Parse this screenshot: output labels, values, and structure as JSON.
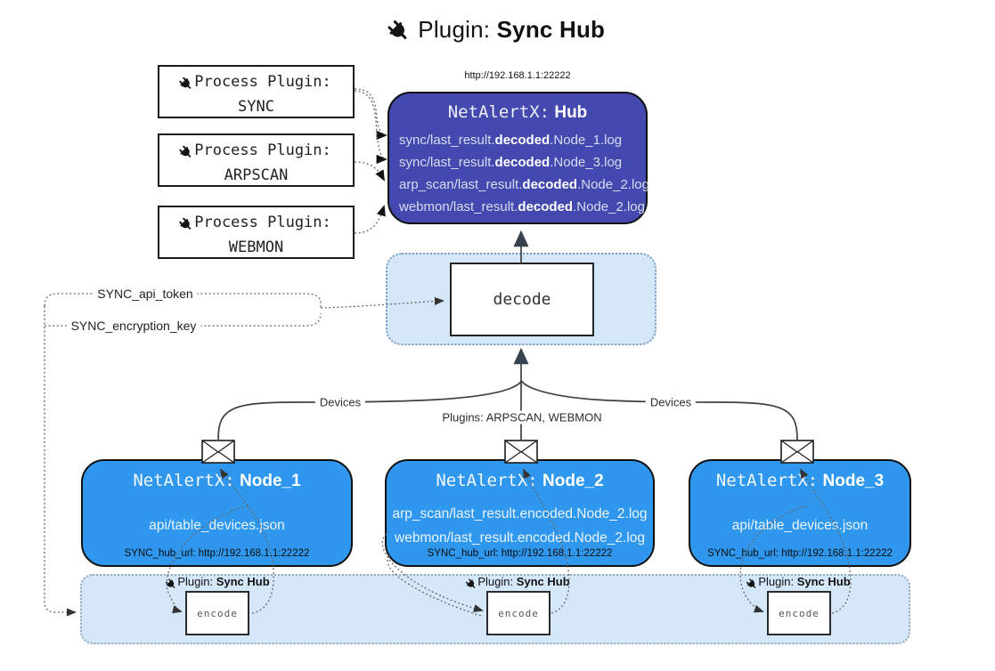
{
  "title": {
    "label": "Plugin:",
    "name": "Sync Hub"
  },
  "hub": {
    "url": "http://192.168.1.1:22222",
    "title_label": "NetAlertX:",
    "title_name": "Hub",
    "lines": [
      {
        "pre": "sync/last_result.",
        "bold": "decoded",
        "post": ".Node_1.log"
      },
      {
        "pre": "sync/last_result.",
        "bold": "decoded",
        "post": ".Node_3.log"
      },
      {
        "pre": "arp_scan/last_result.",
        "bold": "decoded",
        "post": ".Node_2.log"
      },
      {
        "pre": "webmon/last_result.",
        "bold": "decoded",
        "post": ".Node_2.log"
      }
    ]
  },
  "process_plugins": [
    {
      "label": "Process Plugin:",
      "name": "SYNC"
    },
    {
      "label": "Process Plugin:",
      "name": "ARPSCAN"
    },
    {
      "label": "Process Plugin:",
      "name": "WEBMON"
    }
  ],
  "decode": {
    "label": "decode"
  },
  "settings": {
    "api_token": "SYNC_api_token",
    "encryption_key": "SYNC_encryption_key"
  },
  "edge_labels": {
    "left": "Devices",
    "middle": "Plugins: ARPSCAN, WEBMON",
    "right": "Devices"
  },
  "nodes": [
    {
      "title_label": "NetAlertX:",
      "title_name": "Node_1",
      "files": [
        "api/table_devices.json"
      ],
      "hub_url": "SYNC_hub_url: http://192.168.1.1:22222"
    },
    {
      "title_label": "NetAlertX:",
      "title_name": "Node_2",
      "files": [
        "arp_scan/last_result.encoded.Node_2.log",
        "webmon/last_result.encoded.Node_2.log"
      ],
      "hub_url": "SYNC_hub_url: http://192.168.1.1:22222"
    },
    {
      "title_label": "NetAlertX:",
      "title_name": "Node_3",
      "files": [
        "api/table_devices.json"
      ],
      "hub_url": "SYNC_hub_url: http://192.168.1.1:22222"
    }
  ],
  "encoders": [
    {
      "plugin_label": "Plugin:",
      "plugin_name": "Sync Hub",
      "action": "encode"
    },
    {
      "plugin_label": "Plugin:",
      "plugin_name": "Sync Hub",
      "action": "encode"
    },
    {
      "plugin_label": "Plugin:",
      "plugin_name": "Sync Hub",
      "action": "encode"
    }
  ],
  "colors": {
    "hub_fill": "#4349ae",
    "node_fill": "#2f98ee",
    "panel_fill": "#d5e8f9",
    "line": "#3f3f3f"
  }
}
